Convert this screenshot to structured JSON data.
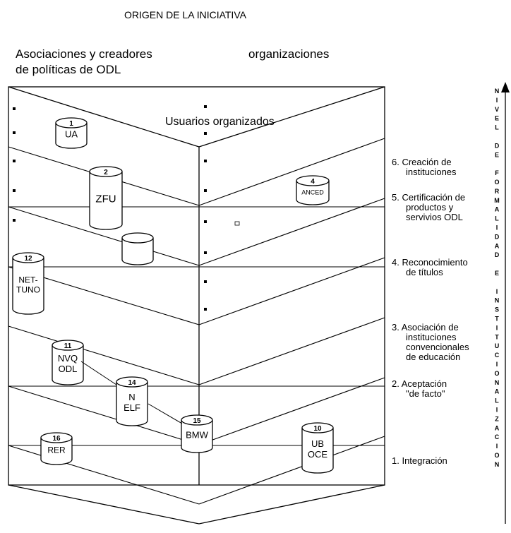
{
  "title": "ORIGEN DE LA INICIATIVA",
  "headers": {
    "left_line1": "Asociaciones y creadores",
    "left_line2": "de políticas de ODL",
    "right": "organizaciones"
  },
  "center_label": "Usuarios organizados",
  "levels": [
    {
      "lines": [
        "6. Creación de",
        "instituciones"
      ]
    },
    {
      "lines": [
        "5. Certificación de",
        "productos y",
        "servivios ODL"
      ]
    },
    {
      "lines": [
        "4. Reconocimiento",
        "de títulos"
      ]
    },
    {
      "lines": [
        "3. Asociación de",
        "instituciones",
        "convencionales",
        "de educación"
      ]
    },
    {
      "lines": [
        "2. Aceptación",
        "\"de facto\""
      ]
    },
    {
      "lines": [
        "1. Integración"
      ]
    }
  ],
  "vertical_axis_label": "NIVEL DE FORMALIDAD E INSTITUCIONALIZACION",
  "cylinders": [
    {
      "number": "1",
      "label": [
        "UA"
      ]
    },
    {
      "number": "2",
      "label": [
        "ZFU"
      ]
    },
    {
      "number": "4",
      "label": [
        "ANCED"
      ]
    },
    {
      "number": "",
      "label": []
    },
    {
      "number": "12",
      "label": [
        "NET-",
        "TUNO"
      ]
    },
    {
      "number": "11",
      "label": [
        "NVQ",
        "ODL"
      ]
    },
    {
      "number": "14",
      "label": [
        "N",
        "ELF"
      ]
    },
    {
      "number": "15",
      "label": [
        "BMW"
      ]
    },
    {
      "number": "16",
      "label": [
        "RER"
      ]
    },
    {
      "number": "10",
      "label": [
        "UB",
        "OCE"
      ]
    }
  ]
}
